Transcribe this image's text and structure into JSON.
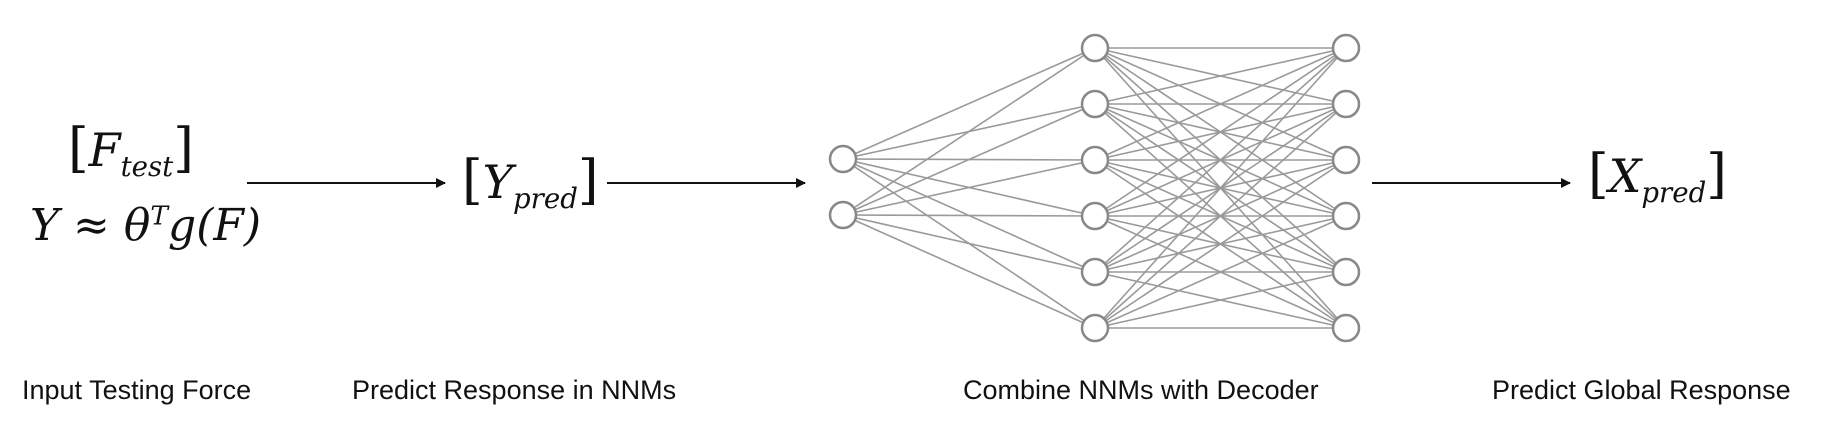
{
  "formulas": {
    "f_test": {
      "base": "F",
      "sub": "test"
    },
    "model": {
      "lhs": "Y",
      "approx": "≈",
      "theta": "θ",
      "sup": "T",
      "rhs": "g(F)"
    },
    "y_pred": {
      "base": "Y",
      "sub": "pred"
    },
    "x_pred": {
      "base": "X",
      "sub": "pred"
    }
  },
  "captions": {
    "input": "Input Testing Force",
    "predict_nnm": "Predict Response in NNMs",
    "combine": "Combine NNMs with Decoder",
    "global": "Predict Global Response"
  },
  "network": {
    "layers": [
      2,
      6,
      6
    ],
    "node_stroke": "#888888",
    "edge_color": "#9a9a9a"
  }
}
